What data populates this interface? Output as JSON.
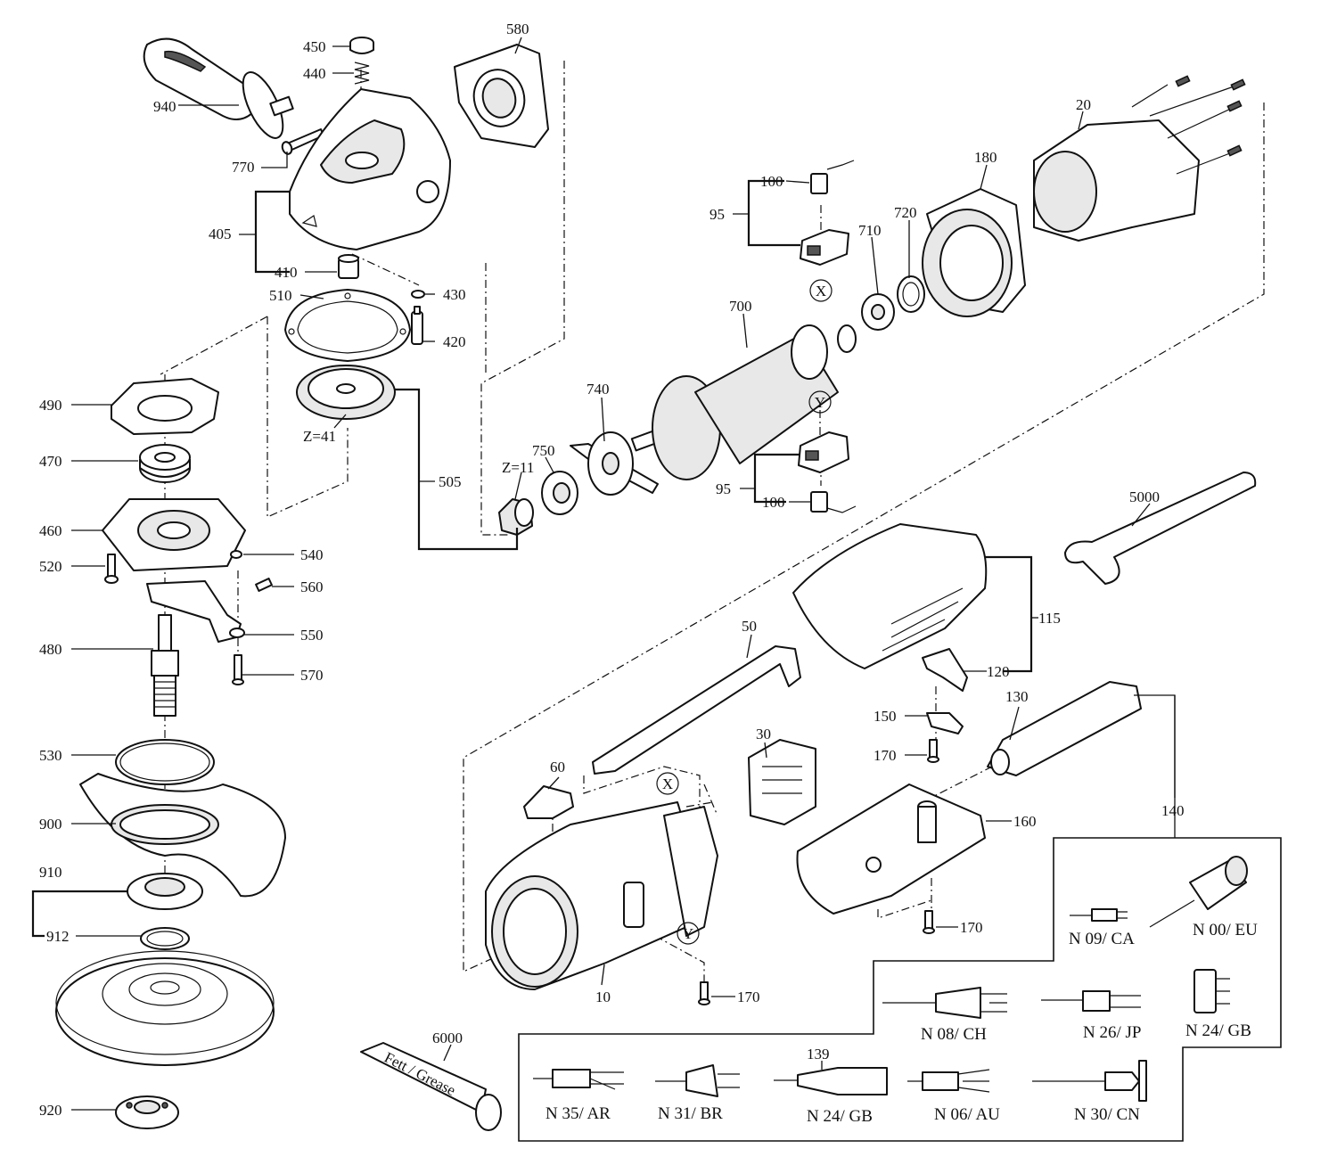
{
  "labels": {
    "p940": "940",
    "p450": "450",
    "p440": "440",
    "p580": "580",
    "p770": "770",
    "p405": "405",
    "p410": "410",
    "p430": "430",
    "p510": "510",
    "p420": "420",
    "p490": "490",
    "pz41": "Z=41",
    "p470": "470",
    "p505": "505",
    "p460": "460",
    "p540": "540",
    "p520": "520",
    "p560": "560",
    "p550": "550",
    "p480": "480",
    "p570": "570",
    "p530": "530",
    "p900": "900",
    "p910": "910",
    "p912": "912",
    "p920": "920",
    "p20": "20",
    "p180": "180",
    "p720": "720",
    "p710": "710",
    "p95a": "95",
    "p100a": "100",
    "p700": "700",
    "p740": "740",
    "p750": "750",
    "pz11": "Z=11",
    "p95b": "95",
    "p100b": "100",
    "p5000": "5000",
    "p115": "115",
    "p50": "50",
    "p120": "120",
    "p130": "130",
    "p150": "150",
    "p170a": "170",
    "p30": "30",
    "p60": "60",
    "p160": "160",
    "p140": "140",
    "p170b": "170",
    "p10": "10",
    "p170c": "170",
    "p6000": "6000",
    "p139": "139",
    "markX1": "X",
    "markY1": "Y",
    "markX2": "X",
    "markY2": "Y",
    "grease": "Fett / Grease"
  },
  "plugs": {
    "n09": "N 09/ CA",
    "n00": "N 00/ EU",
    "n08": "N 08/ CH",
    "n26": "N 26/ JP",
    "n24gb": "N 24/ GB",
    "n35": "N 35/ AR",
    "n31": "N 31/ BR",
    "n24gb2": "N 24/ GB",
    "n06": "N 06/ AU",
    "n30": "N 30/ CN"
  }
}
